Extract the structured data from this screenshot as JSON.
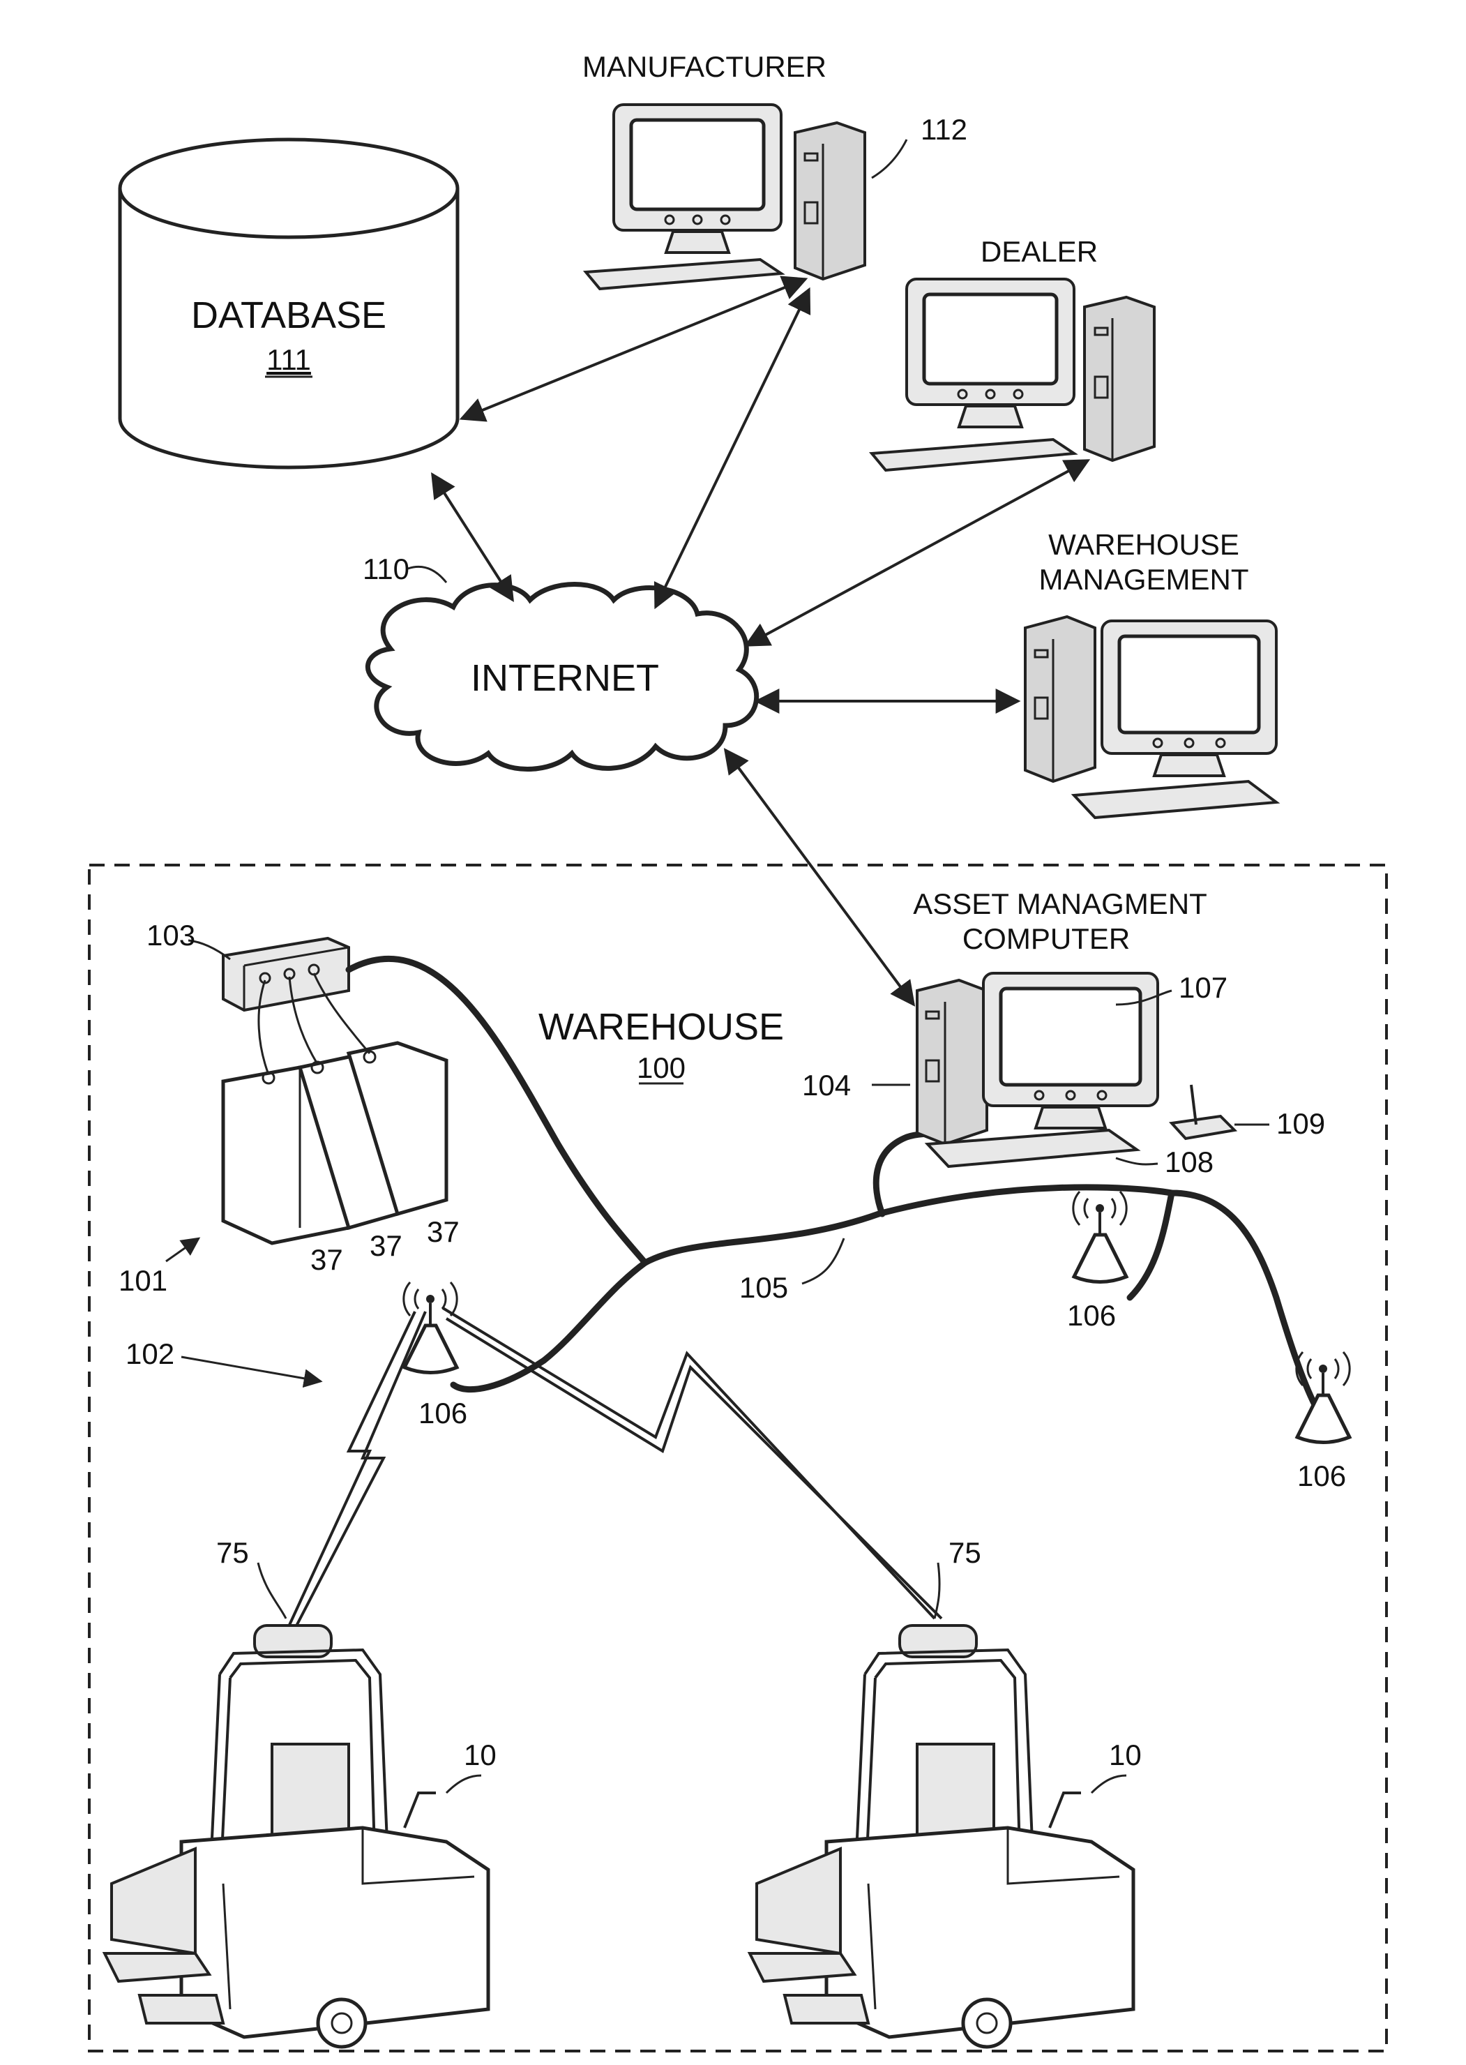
{
  "labels": {
    "manufacturer": "MANUFACTURER",
    "dealer": "DEALER",
    "warehouse_management_1": "WAREHOUSE",
    "warehouse_management_2": "MANAGEMENT",
    "database": "DATABASE",
    "internet": "INTERNET",
    "asset_management_1": "ASSET MANAGMENT",
    "asset_management_2": "COMPUTER",
    "warehouse": "WAREHOUSE"
  },
  "refs": {
    "database": "111",
    "manufacturer": "112",
    "internet": "110",
    "warehouse": "100",
    "hub": "103",
    "battery_group": "101",
    "battery_a": "37",
    "battery_b": "37",
    "battery_c": "37",
    "wireless_system": "102",
    "computer_tower": "104",
    "monitor": "107",
    "keyboard": "108",
    "joystick": "109",
    "network": "105",
    "ap_left": "106",
    "ap_mid": "106",
    "ap_right": "106",
    "comm_left": "75",
    "comm_right": "75",
    "truck_left": "10",
    "truck_right": "10"
  }
}
